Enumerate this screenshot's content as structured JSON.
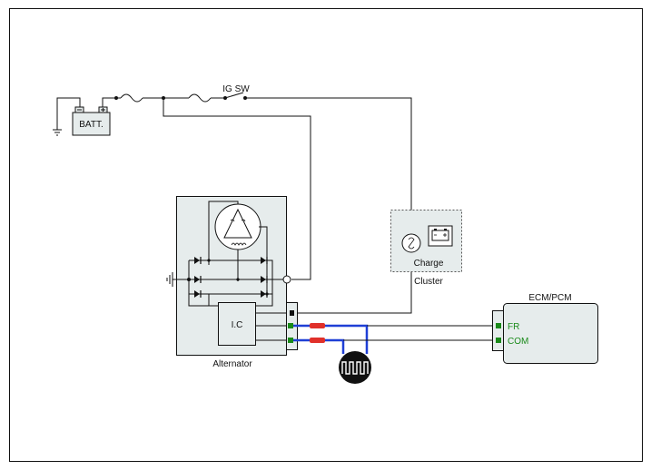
{
  "labels": {
    "battery": "BATT.",
    "ignition_switch": "IG SW",
    "ic": "I.C",
    "alternator": "Alternator",
    "charge": "Charge",
    "cluster": "Cluster",
    "ecm": "ECM/PCM",
    "fr": "FR",
    "com": "COM"
  },
  "icons": {
    "battery_terminal_neg": "minus-terminal-icon",
    "battery_terminal_pos": "plus-terminal-icon",
    "ground": "ground-icon",
    "fuse": "fuse-icon",
    "warning_lamp": "lamp-icon",
    "battery_warning": "battery-warning-icon",
    "pwm_signal": "pwm-signal-icon",
    "twisted_pair_marker": "red-wire-marker-icon"
  },
  "colors": {
    "wire": "#111111",
    "signal_wire": "#1f3fd6",
    "marker": "#e0302a",
    "connector": "#1a8a1a",
    "component_fill": "#e6ecec",
    "signal_label": "#1a8a1a"
  }
}
